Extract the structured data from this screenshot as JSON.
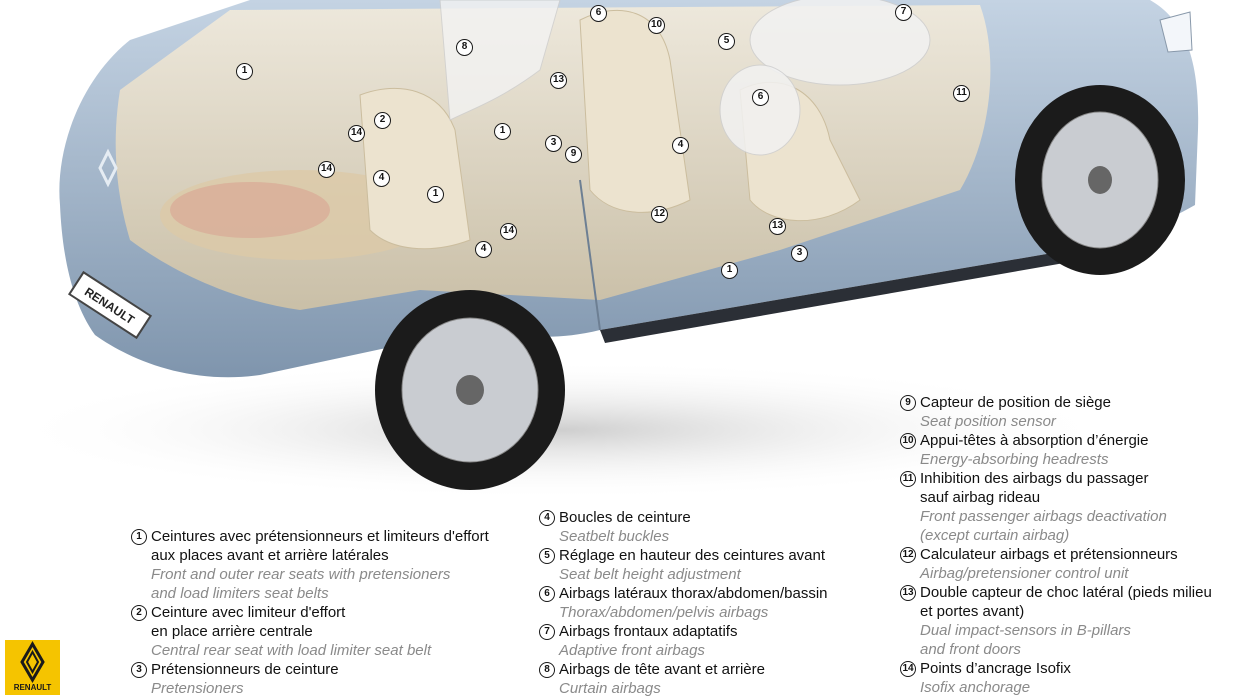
{
  "colors": {
    "body_paint": "#a9bdd3",
    "interior": "#e3d8c2",
    "callout_border": "#1a1a1a",
    "english_text": "#8a8a8a",
    "brand_yellow": "#f5c400"
  },
  "brand": {
    "name": "RENAULT",
    "icon": "renault-diamond-icon"
  },
  "callouts": [
    "1",
    "1",
    "1",
    "1",
    "2",
    "3",
    "3",
    "4",
    "4",
    "4",
    "4",
    "5",
    "6",
    "6",
    "7",
    "8",
    "9",
    "10",
    "11",
    "12",
    "13",
    "13",
    "14",
    "14",
    "14"
  ],
  "legend": {
    "col1": [
      {
        "num": "1",
        "fr": [
          "Ceintures avec prétensionneurs et limiteurs d'effort",
          "aux places avant et arrière latérales"
        ],
        "en": [
          "Front and outer rear seats with pretensioners",
          "and load limiters seat belts"
        ]
      },
      {
        "num": "2",
        "fr": [
          "Ceinture avec limiteur d'effort",
          "en place arrière centrale"
        ],
        "en": [
          "Central rear seat with load limiter seat belt"
        ]
      },
      {
        "num": "3",
        "fr": [
          "Prétensionneurs de ceinture"
        ],
        "en": [
          "Pretensioners"
        ]
      }
    ],
    "col2": [
      {
        "num": "4",
        "fr": [
          "Boucles de ceinture"
        ],
        "en": [
          "Seatbelt buckles"
        ]
      },
      {
        "num": "5",
        "fr": [
          "Réglage en hauteur des ceintures avant"
        ],
        "en": [
          "Seat belt height adjustment"
        ]
      },
      {
        "num": "6",
        "fr": [
          "Airbags latéraux thorax/abdomen/bassin"
        ],
        "en": [
          "Thorax/abdomen/pelvis airbags"
        ]
      },
      {
        "num": "7",
        "fr": [
          "Airbags frontaux adaptatifs"
        ],
        "en": [
          "Adaptive front airbags"
        ]
      },
      {
        "num": "8",
        "fr": [
          "Airbags de tête avant et arrière"
        ],
        "en": [
          "Curtain airbags"
        ]
      }
    ],
    "col3": [
      {
        "num": "9",
        "fr": [
          "Capteur de position de siège"
        ],
        "en": [
          "Seat position sensor"
        ]
      },
      {
        "num": "10",
        "fr": [
          "Appui-têtes à absorption d’énergie"
        ],
        "en": [
          "Energy-absorbing headrests"
        ]
      },
      {
        "num": "11",
        "fr": [
          "Inhibition des airbags du passager",
          "sauf airbag rideau"
        ],
        "en": [
          "Front passenger airbags deactivation",
          "(except curtain airbag)"
        ]
      },
      {
        "num": "12",
        "fr": [
          "Calculateur airbags et prétensionneurs"
        ],
        "en": [
          "Airbag/pretensioner control unit"
        ]
      },
      {
        "num": "13",
        "fr": [
          "Double capteur de choc latéral (pieds milieu",
          "et portes avant)"
        ],
        "en": [
          "Dual impact-sensors in B-pillars",
          "and front doors"
        ]
      },
      {
        "num": "14",
        "fr": [
          "Points d’ancrage Isofix"
        ],
        "en": [
          "Isofix anchorage"
        ]
      }
    ]
  }
}
